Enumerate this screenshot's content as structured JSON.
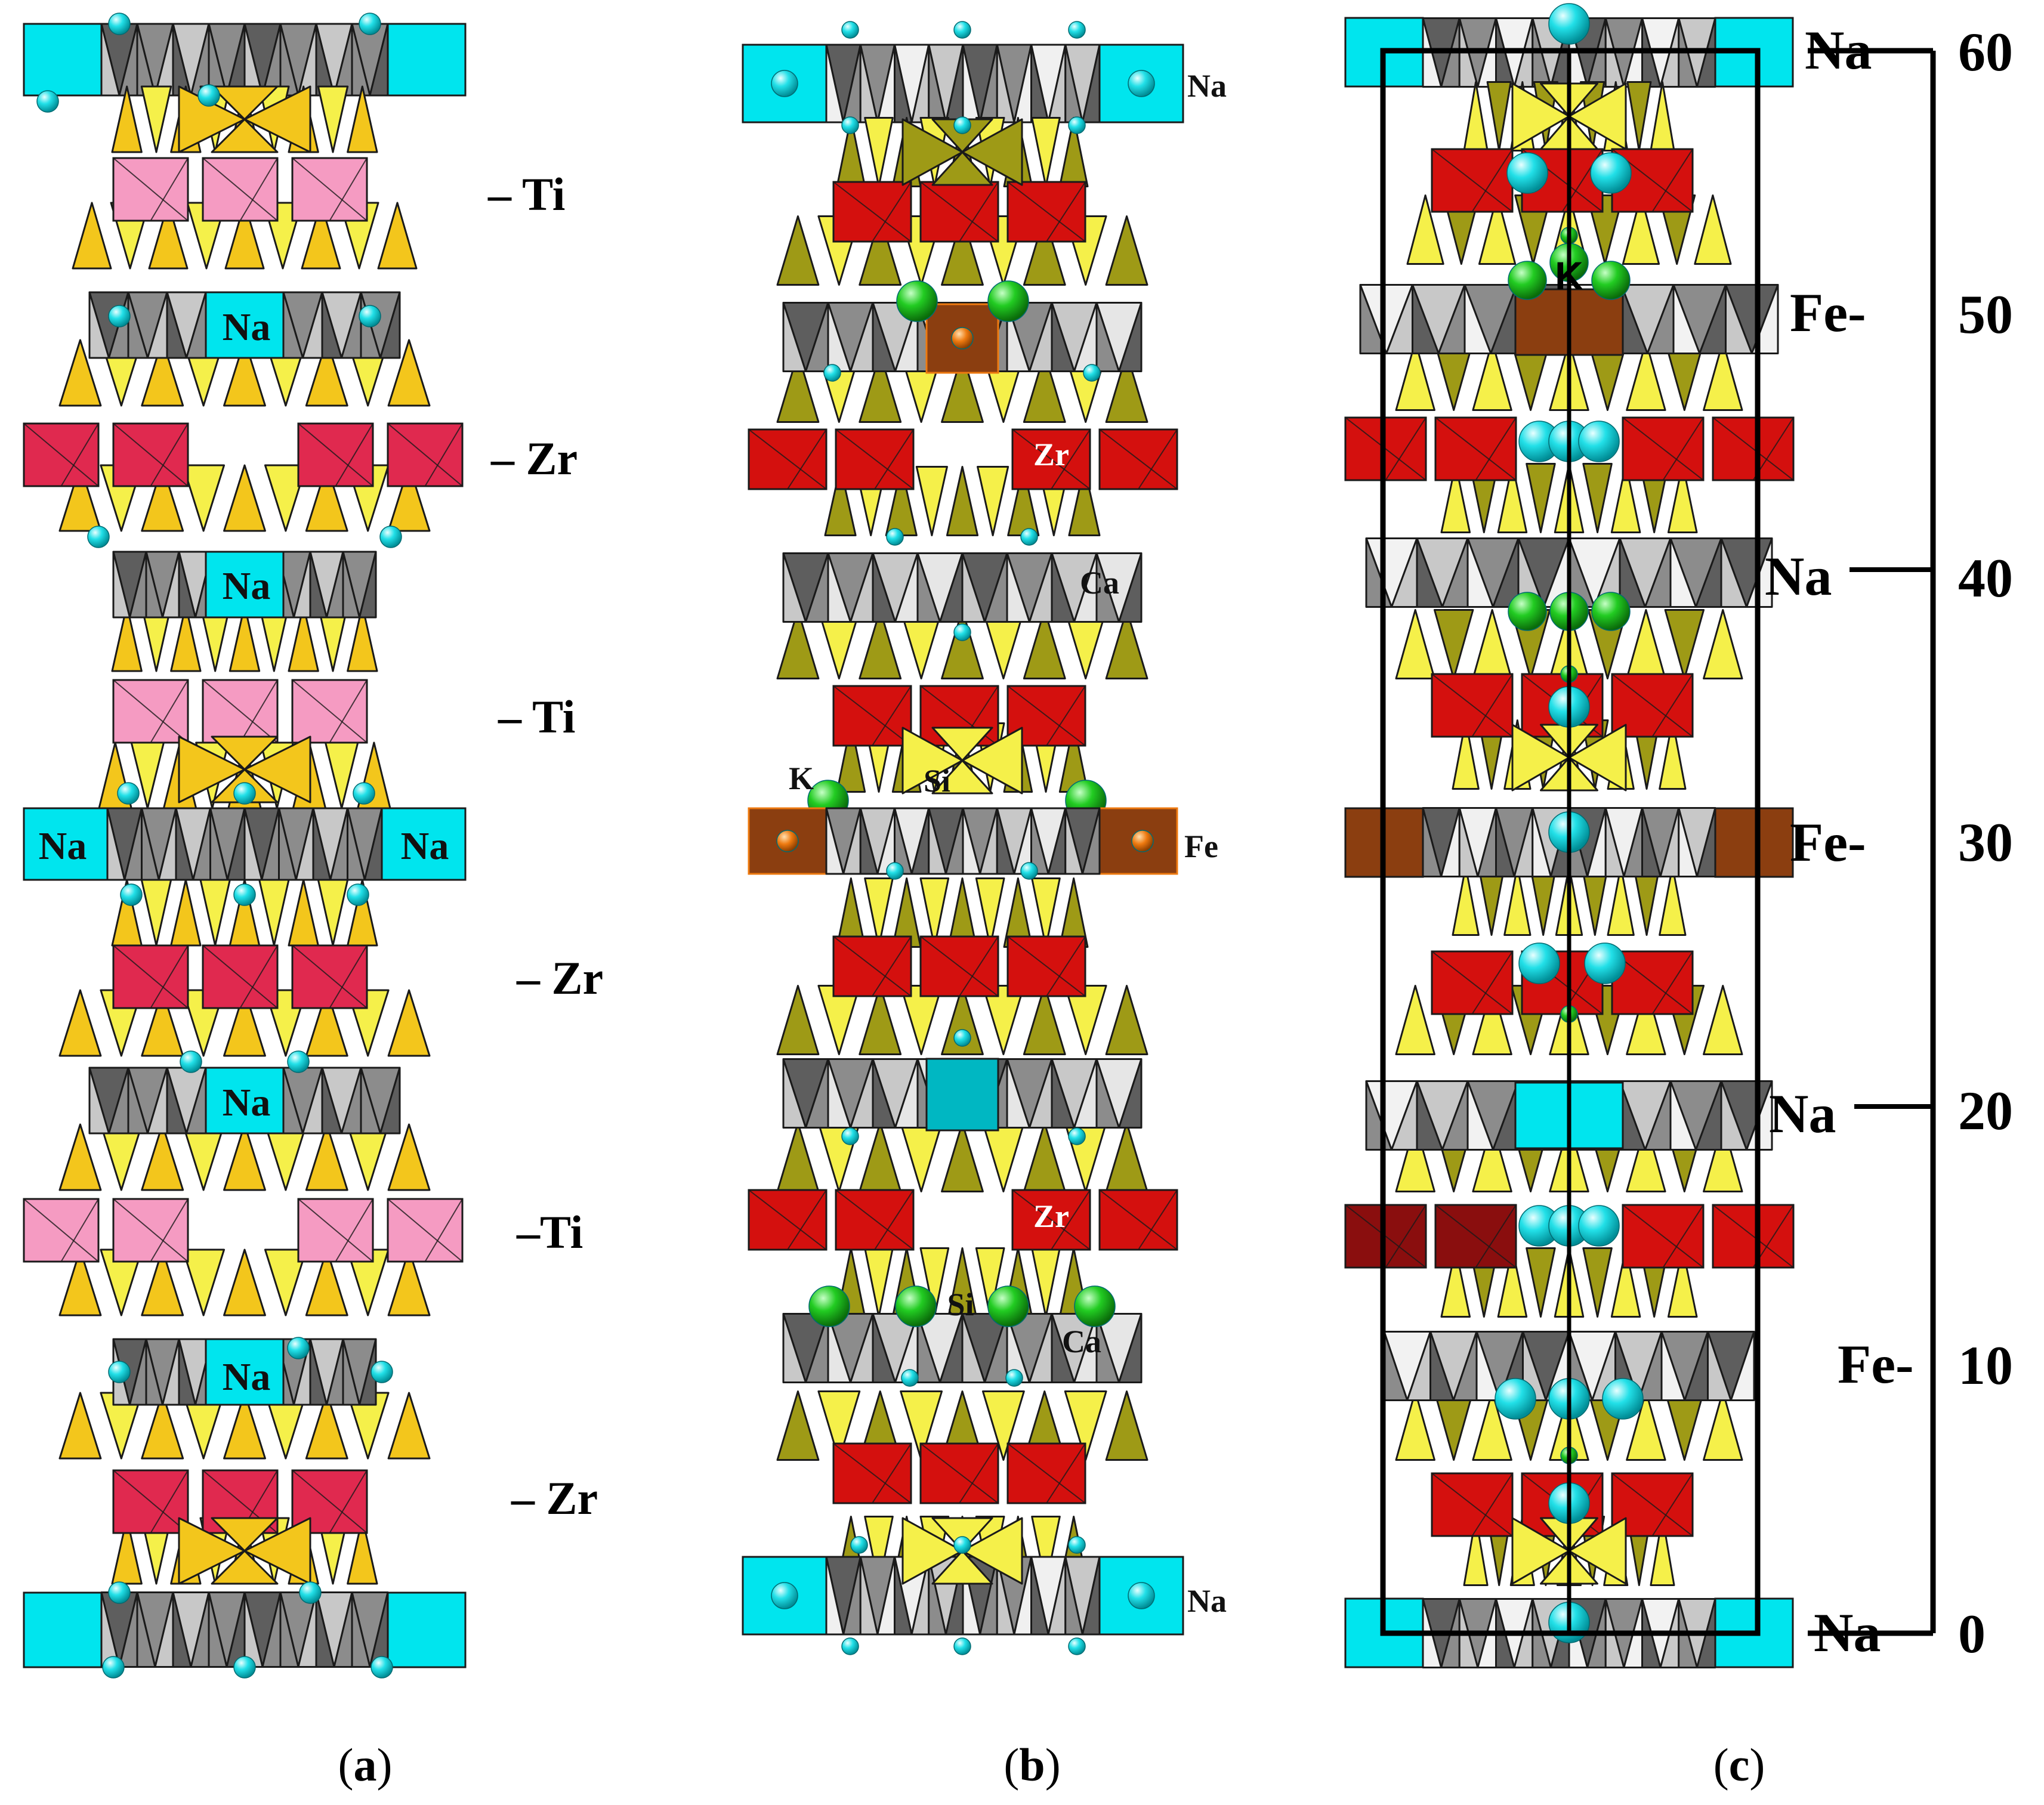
{
  "colors": {
    "na": "#00E5EE",
    "na_dark": "#00B7C2",
    "gray_light": "#C8C8C8",
    "gray_mid": "#8C8C8C",
    "gray_dark": "#5E5E5E",
    "yellow_a": "#F3C61C",
    "yellow_b": "#F5F04A",
    "olive": "#9E9A16",
    "pink": "#F59BC2",
    "zr_a": "#E0294F",
    "red_b": "#D4100E",
    "red_dark": "#8A0E0E",
    "fe_brown": "#8B3E10",
    "fe_orange": "#EE7A10",
    "k_green": "#22CC22",
    "cyan_ball": "#22E0E8",
    "outline": "#1A1A1A"
  },
  "panels": {
    "a": {
      "caption_prefix": "(",
      "caption_letter": "a",
      "caption_suffix": ")",
      "side_labels": [
        "– Ti",
        "– Zr",
        "– Ti",
        "– Zr",
        "–Ti",
        "– Zr"
      ],
      "na_labels": [
        "Na",
        "Na",
        "Na",
        "Na",
        "Na",
        "Na"
      ]
    },
    "b": {
      "caption_prefix": "(",
      "caption_letter": "b",
      "caption_suffix": ")",
      "labels": {
        "na_top": "Na",
        "zr_upper": "Zr",
        "ca_upper": "Ca",
        "k": "K",
        "si_upper": "Si",
        "fe": "Fe",
        "zr_lower": "Zr",
        "si_lower": "Si",
        "ca_lower": "Ca",
        "na_bottom": "Na"
      }
    },
    "c": {
      "caption_prefix": "(",
      "caption_letter": "c",
      "caption_suffix": ")",
      "k_label": "K",
      "layer_labels": {
        "na_top": "Na",
        "fe_50": "Fe-",
        "na_40": "Na",
        "fe_30": "Fe-",
        "na_20": "Na",
        "fe_10": "Fe-",
        "na_bottom": "Na"
      },
      "scale_ticks": [
        "60",
        "50",
        "40",
        "30",
        "20",
        "10",
        "0"
      ]
    }
  }
}
